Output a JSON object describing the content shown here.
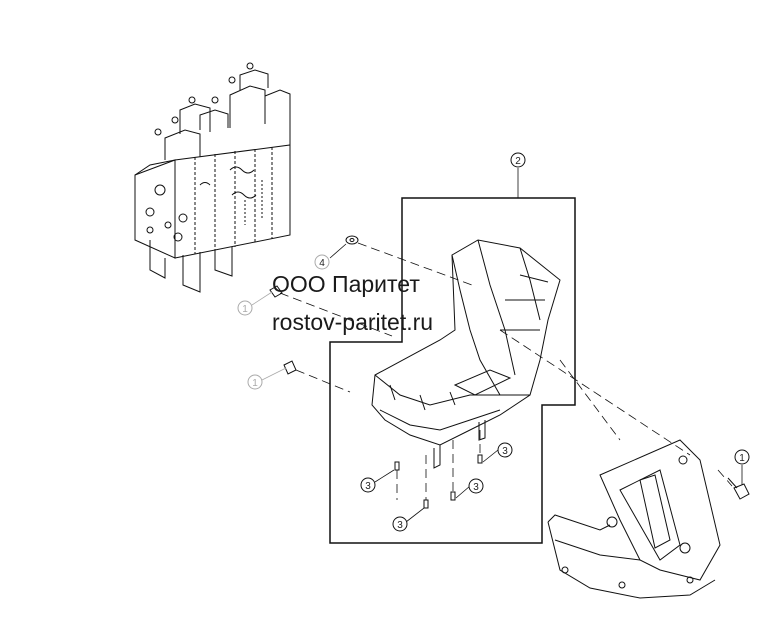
{
  "watermark": {
    "line1": "ООО Паритет",
    "line2": "rostov-paritet.ru"
  },
  "callouts": {
    "c1_right": "1",
    "c1_upper_faded": "1",
    "c1_lower_faded": "1",
    "c2": "2",
    "c3_a": "3",
    "c3_b": "3",
    "c3_c": "3",
    "c3_d": "3",
    "c4": "4"
  },
  "colors": {
    "line": "#111111",
    "faded": "#aaaaaa",
    "paper": "#ffffff"
  }
}
